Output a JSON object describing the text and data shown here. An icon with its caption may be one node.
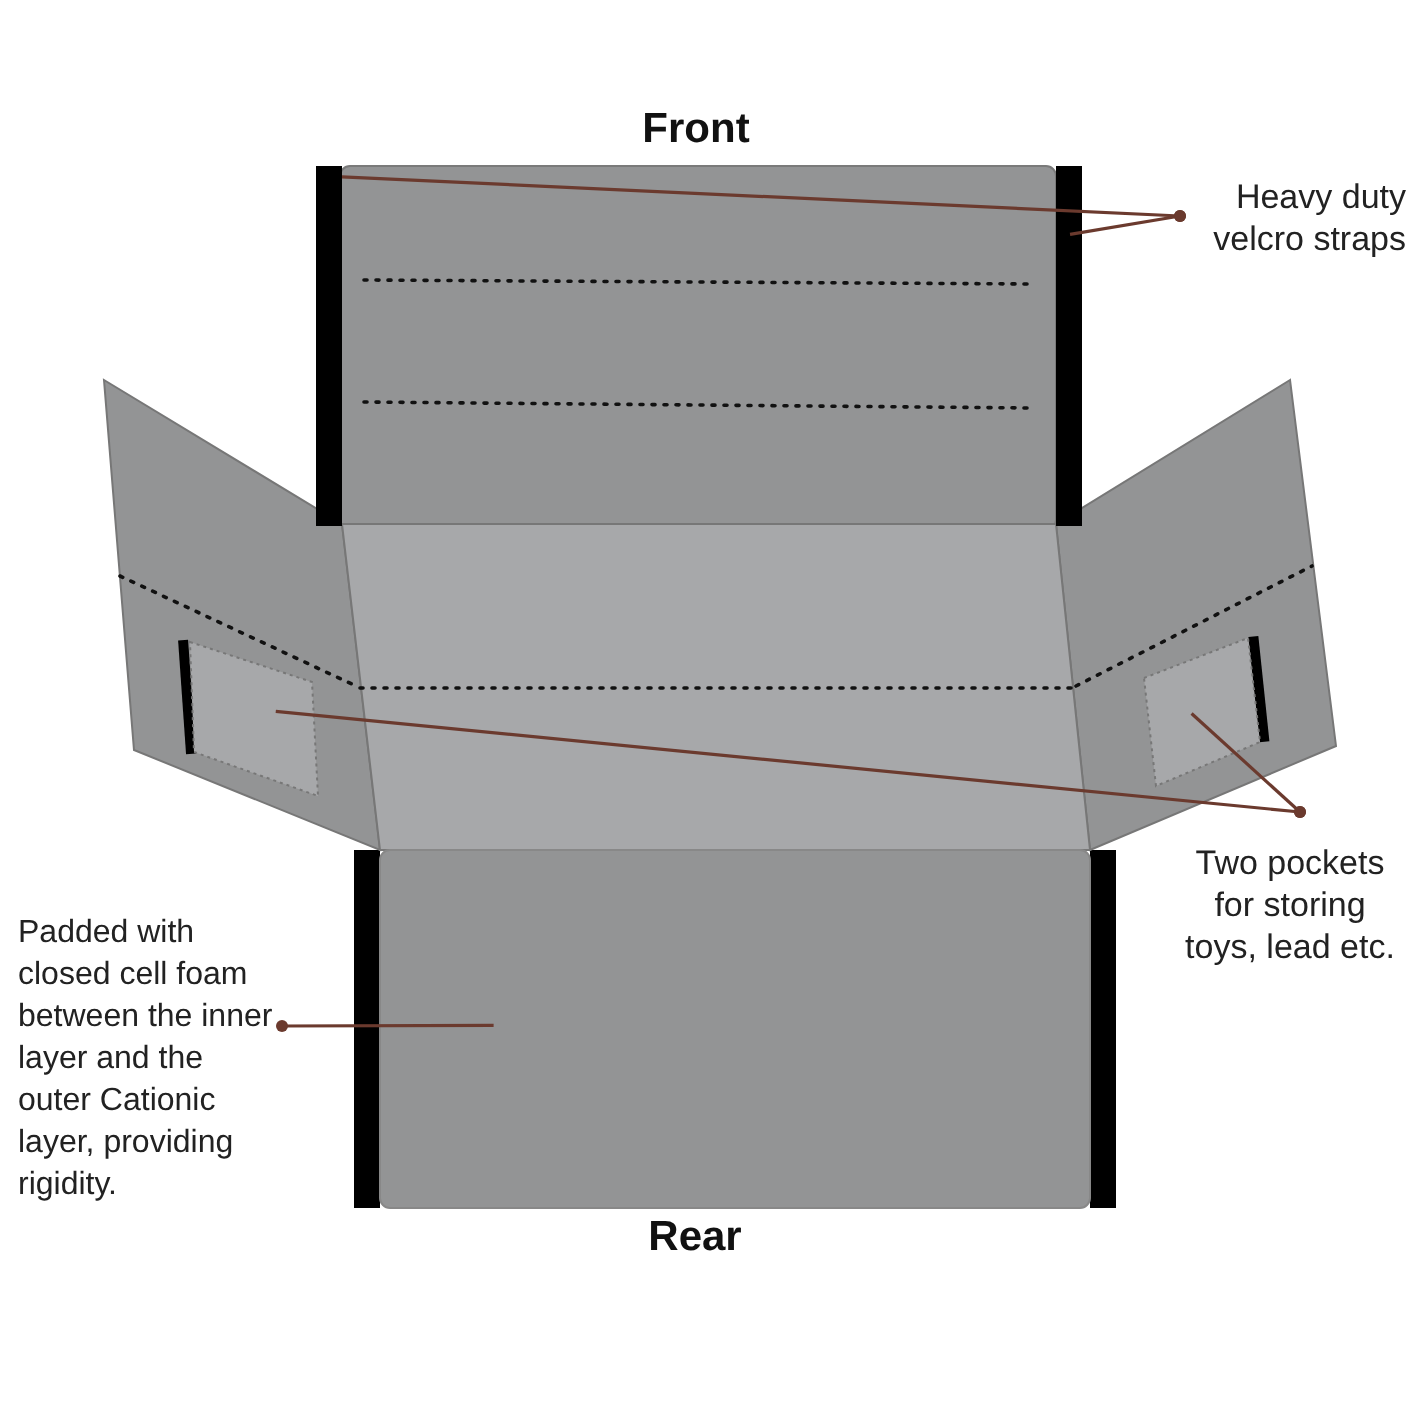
{
  "diagram": {
    "nodes": [
      {
        "text": [
          "Heavy duty velcro straps"
        ]
      },
      {
        "text": [],
        "shape": "bar"
      },
      {
        "text": [],
        "shape": "bar"
      },
      {
        "text": [
          "Two pockets for storing toys, lead etc."
        ]
      },
      {
        "text": [],
        "shape": "box"
      },
      {
        "text": [],
        "shape": "box"
      },
      {
        "text": [
          "Padded with closed cell foam between the inner layer and the outer Cationic layer, providing rigidity."
        ]
      },
      {
        "text": [],
        "shape": "box",
        "beside": [
          "Rear"
        ]
      }
    ],
    "edges": [
      {
        "from": 0,
        "to": 1,
        "arrow": "other"
      },
      {
        "from": 0,
        "to": 2,
        "arrow": "other"
      },
      {
        "from": 3,
        "to": 4,
        "arrow": "other"
      },
      {
        "from": 3,
        "to": 5,
        "arrow": "other"
      },
      {
        "from": 6,
        "to": 7,
        "arrow": "other"
      }
    ],
    "labels": [
      "Front"
    ]
  }
}
